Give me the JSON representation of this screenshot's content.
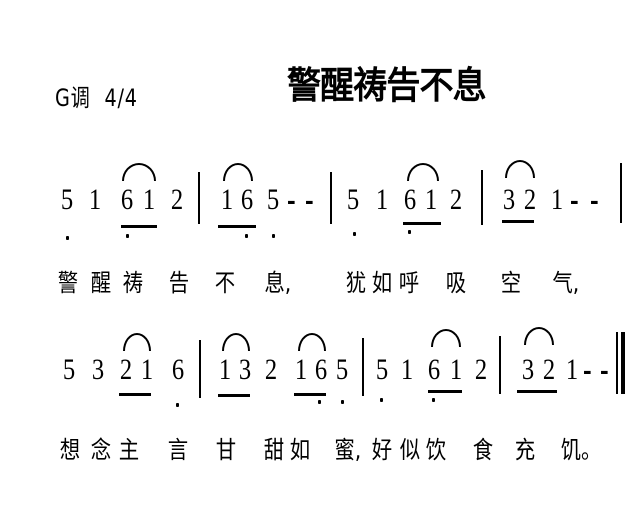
{
  "header": {
    "key_signature": "G调",
    "time_signature": "4/4",
    "title": "警醒祷告不息"
  },
  "score": {
    "line1": {
      "measures": [
        {
          "notes": [
            "5",
            "1",
            "6",
            "1",
            "2"
          ],
          "slur": "6-1",
          "underline": "6-1",
          "low_dots": [
            "5",
            "6"
          ]
        },
        {
          "notes": [
            "1",
            "6",
            "5",
            "-",
            "-"
          ],
          "slur": "1-6",
          "underline": "1-6",
          "low_dots": [
            "6",
            "5"
          ]
        },
        {
          "notes": [
            "5",
            "1",
            "6",
            "1",
            "2"
          ],
          "slur": "6-1",
          "underline": "6-1",
          "low_dots": [
            "5",
            "6"
          ]
        },
        {
          "notes": [
            "3",
            "2",
            "1",
            "-",
            "-"
          ],
          "slur": "3-2",
          "underline": "3-2",
          "low_dots": []
        }
      ],
      "lyrics": [
        "警",
        "醒",
        "祷",
        "告",
        "不",
        "息,",
        "犹",
        "如",
        "呼",
        "吸",
        "空",
        "气,"
      ]
    },
    "line2": {
      "measures": [
        {
          "notes": [
            "5",
            "3",
            "2",
            "1",
            "6"
          ],
          "slur": "2-1",
          "underline": "2-1",
          "low_dots": [
            "6"
          ]
        },
        {
          "notes": [
            "1",
            "3",
            "2",
            "1",
            "6",
            "5"
          ],
          "slur": [
            "1-3",
            "1-6"
          ],
          "underline": [
            "1-3",
            "1-6"
          ],
          "low_dots": [
            "6",
            "5"
          ]
        },
        {
          "notes": [
            "5",
            "1",
            "6",
            "1",
            "2"
          ],
          "slur": "6-1",
          "underline": "6-1",
          "low_dots": [
            "5",
            "6"
          ]
        },
        {
          "notes": [
            "3",
            "2",
            "1",
            "-",
            "-"
          ],
          "slur": "3-2",
          "underline": "3-2",
          "low_dots": [],
          "end": "final-barline"
        }
      ],
      "lyrics": [
        "想",
        "念",
        "主",
        "言",
        "甘",
        "甜",
        "如",
        "蜜,",
        "好",
        "似",
        "饮",
        "食",
        "充",
        "饥。"
      ]
    }
  },
  "glyphs": {
    "l1": [
      "5",
      "1",
      "6",
      "1",
      "2",
      "1",
      "6",
      "5",
      "-",
      "-",
      "5",
      "1",
      "6",
      "1",
      "2",
      "3",
      "2",
      "1",
      "-",
      "-"
    ],
    "l2": [
      "5",
      "3",
      "2",
      "1",
      "6",
      "1",
      "3",
      "2",
      "1",
      "6",
      "5",
      "5",
      "1",
      "6",
      "1",
      "2",
      "3",
      "2",
      "1",
      "-",
      "-"
    ]
  }
}
